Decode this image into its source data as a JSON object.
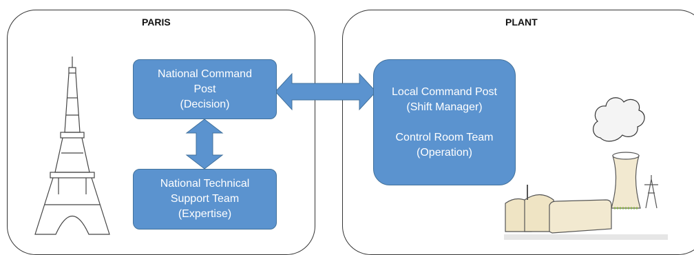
{
  "panels": {
    "paris": {
      "title": "PARIS"
    },
    "plant": {
      "title": "PLANT"
    }
  },
  "nodes": {
    "national_command_post": {
      "lines": [
        "National Command",
        "Post",
        "(Decision)"
      ]
    },
    "national_technical_support": {
      "lines": [
        "National Technical",
        "Support Team",
        "(Expertise)"
      ]
    },
    "local_command_post": {
      "lines": [
        "Local Command Post",
        "(Shift Manager)",
        "",
        "Control Room Team",
        "(Operation)"
      ]
    }
  },
  "colors": {
    "node_fill": "#5b93cf",
    "node_border": "#41719c",
    "panel_border": "#333333"
  },
  "icons": [
    "eiffel-tower-icon",
    "nuclear-plant-icon"
  ]
}
